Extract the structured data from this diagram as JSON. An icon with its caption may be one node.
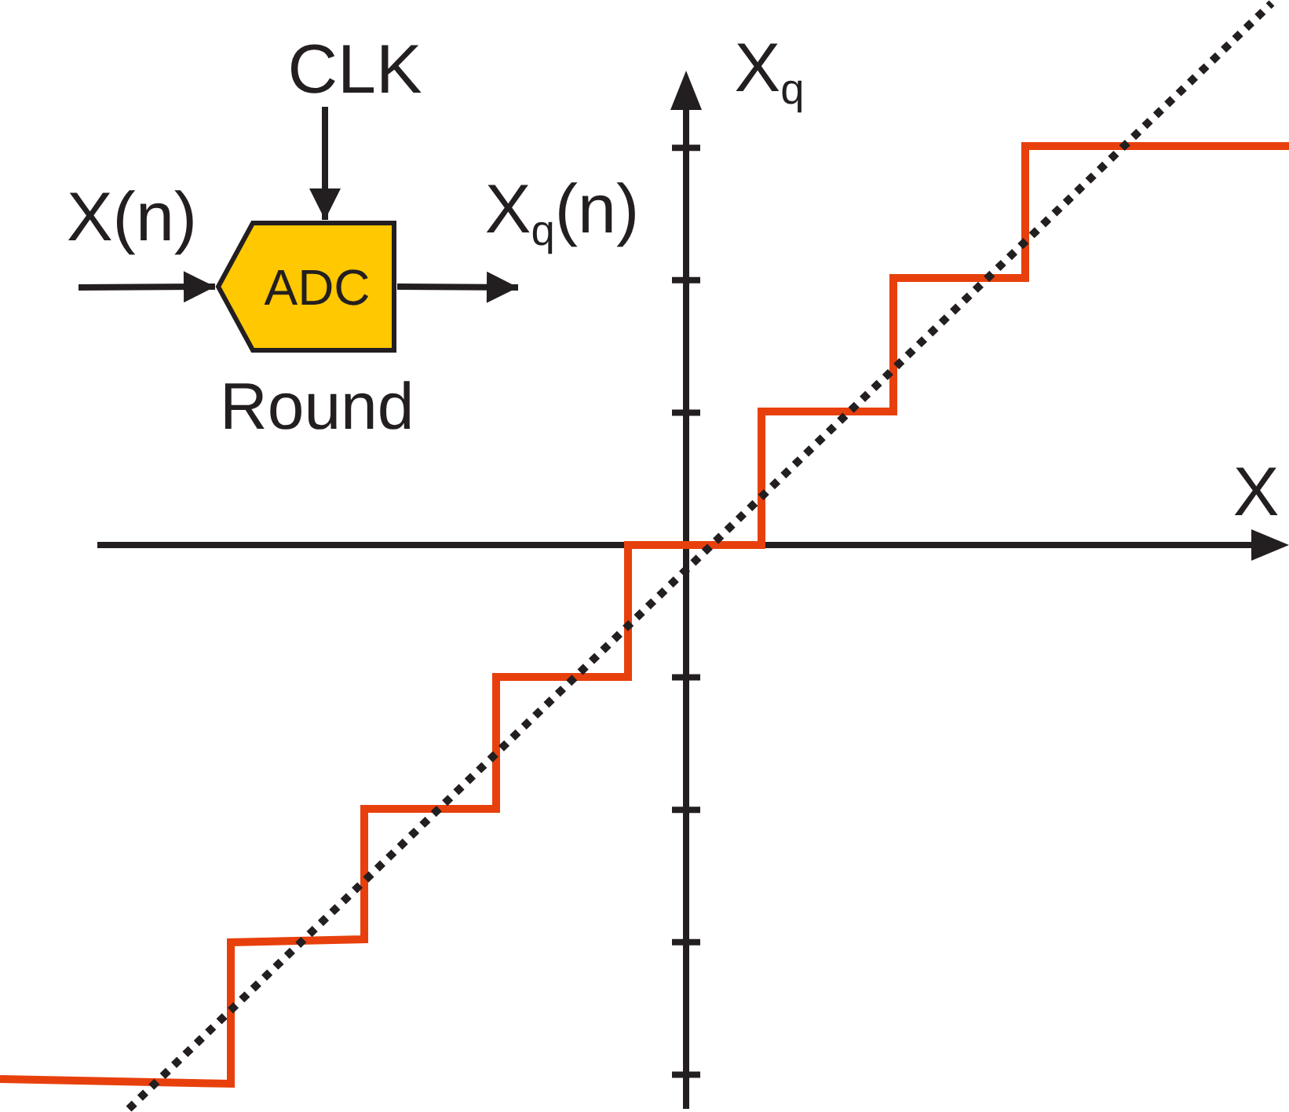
{
  "diagram": {
    "nodes": [
      {
        "text": [
          "CLK"
        ]
      },
      {
        "text": [
          "ADC"
        ],
        "beside": [
          "Round"
        ]
      }
    ],
    "edges": [
      {
        "from": null,
        "to": 1,
        "arrow": "to",
        "label": "X(n)"
      },
      {
        "from": 0,
        "to": 1,
        "arrow": "to"
      },
      {
        "from": 1,
        "to": null,
        "arrow": "to",
        "label": "X$_{q}$(n)"
      }
    ],
    "labels": [
      "X$_{q}$",
      "X"
    ]
  }
}
